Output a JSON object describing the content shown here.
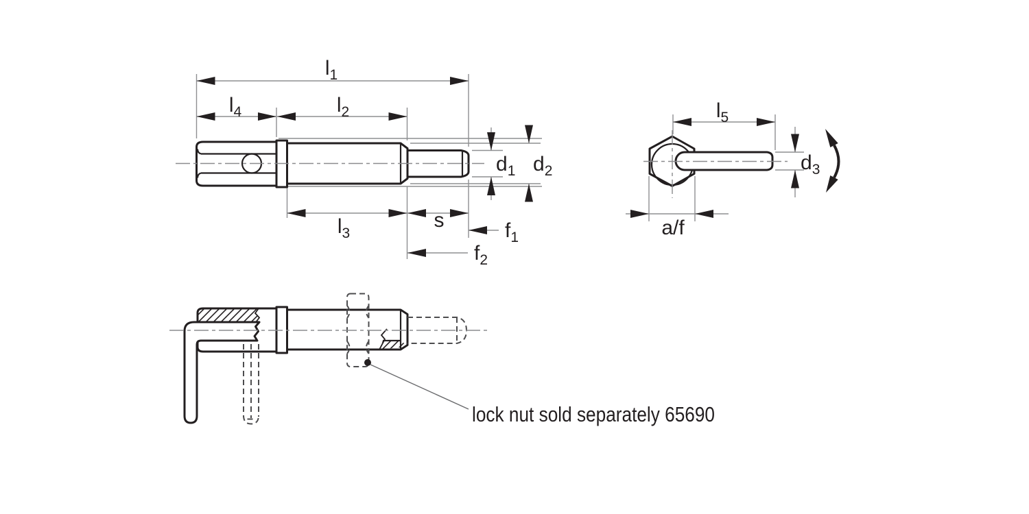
{
  "drawing": {
    "note": "lock nut sold separately 65690",
    "dims": {
      "l1": {
        "base": "l",
        "sub": "1"
      },
      "l2": {
        "base": "l",
        "sub": "2"
      },
      "l3": {
        "base": "l",
        "sub": "3"
      },
      "l4": {
        "base": "l",
        "sub": "4"
      },
      "l5": {
        "base": "l",
        "sub": "5"
      },
      "d1": {
        "base": "d",
        "sub": "1"
      },
      "d2": {
        "base": "d",
        "sub": "2"
      },
      "d3": {
        "base": "d",
        "sub": "3"
      },
      "s": {
        "base": "s",
        "sub": ""
      },
      "f1": {
        "base": "f",
        "sub": "1"
      },
      "f2": {
        "base": "f",
        "sub": "2"
      },
      "af": {
        "base": "a/f",
        "sub": ""
      }
    },
    "colors": {
      "ink": "#231f20",
      "dim_line": "#8e8f91",
      "phantom_line": "#4c4c4e",
      "background": "#ffffff"
    }
  }
}
